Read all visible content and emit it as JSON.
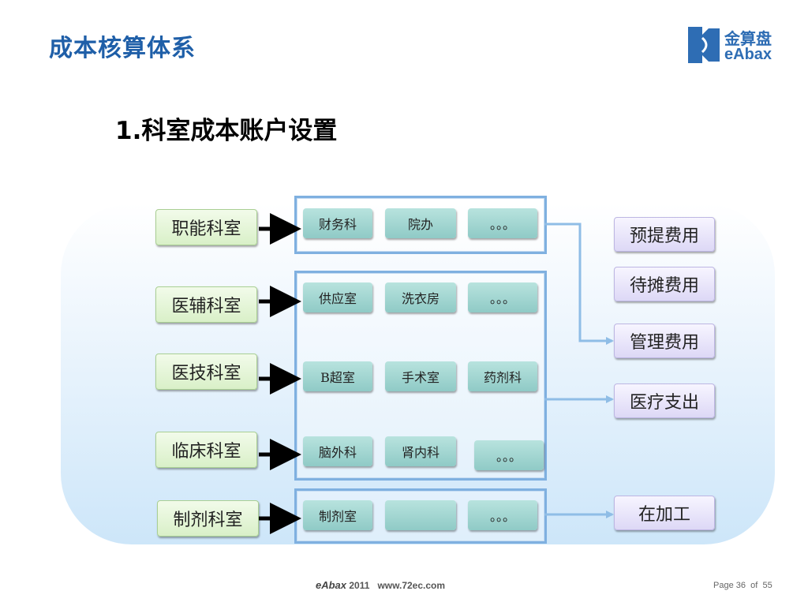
{
  "header": {
    "title": "成本核算体系",
    "logo_cn": "金算盘",
    "logo_en": "eAbax"
  },
  "subtitle": "1.科室成本账户设置",
  "departments": [
    {
      "label": "职能科室"
    },
    {
      "label": "医辅科室"
    },
    {
      "label": "医技科室"
    },
    {
      "label": "临床科室"
    },
    {
      "label": "制剂科室"
    }
  ],
  "sub_units": {
    "functional": [
      "财务科",
      "院办",
      "。。。"
    ],
    "auxiliary": [
      "供应室",
      "洗衣房",
      "。。。"
    ],
    "technical": [
      "B超室",
      "手术室",
      "药剂科"
    ],
    "clinical": [
      "脑外科",
      "肾内科",
      "。。。"
    ],
    "preparation": [
      "制剂室",
      "",
      "。。。"
    ]
  },
  "cost_categories": [
    "预提费用",
    "待摊费用",
    "管理费用",
    "医疗支出",
    "在加工"
  ],
  "footer": {
    "brand": "eAbax",
    "year": "2011",
    "url": "www.72ec.com",
    "page_label": "Page",
    "page_num": "36",
    "of_label": "of",
    "page_total": "55"
  }
}
